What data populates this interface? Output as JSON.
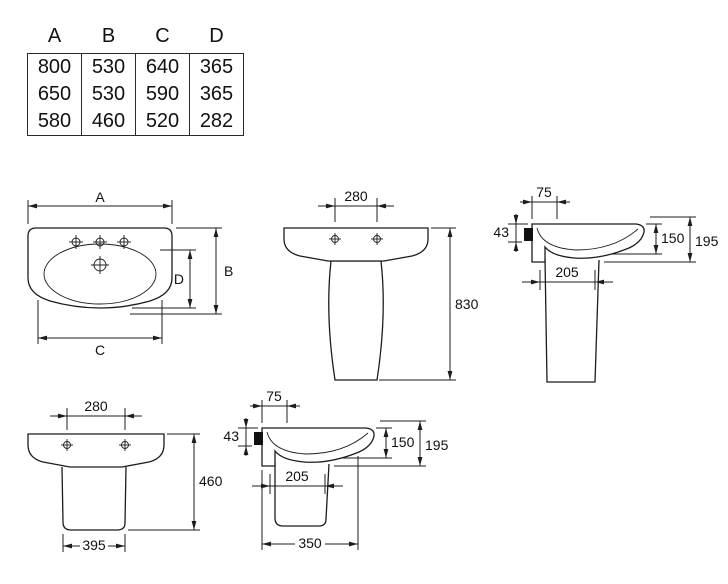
{
  "table": {
    "headers": [
      "A",
      "B",
      "C",
      "D"
    ],
    "rows": [
      [
        "800",
        "530",
        "640",
        "365"
      ],
      [
        "650",
        "530",
        "590",
        "365"
      ],
      [
        "580",
        "460",
        "520",
        "282"
      ]
    ]
  },
  "views": {
    "top": {
      "dim_a": "A",
      "dim_b": "B",
      "dim_c": "C",
      "dim_d": "D"
    },
    "front_full": {
      "tap_spacing": "280",
      "height": "830"
    },
    "side_full": {
      "setback": "75",
      "rim_drop": "43",
      "front_height": "150",
      "total_height": "195",
      "depth": "205"
    },
    "front_half": {
      "tap_spacing": "280",
      "height": "460",
      "pedestal_width": "395"
    },
    "side_half": {
      "setback": "75",
      "rim_drop": "43",
      "front_height": "150",
      "total_height": "195",
      "depth": "205",
      "depth_bottom": "350"
    }
  }
}
